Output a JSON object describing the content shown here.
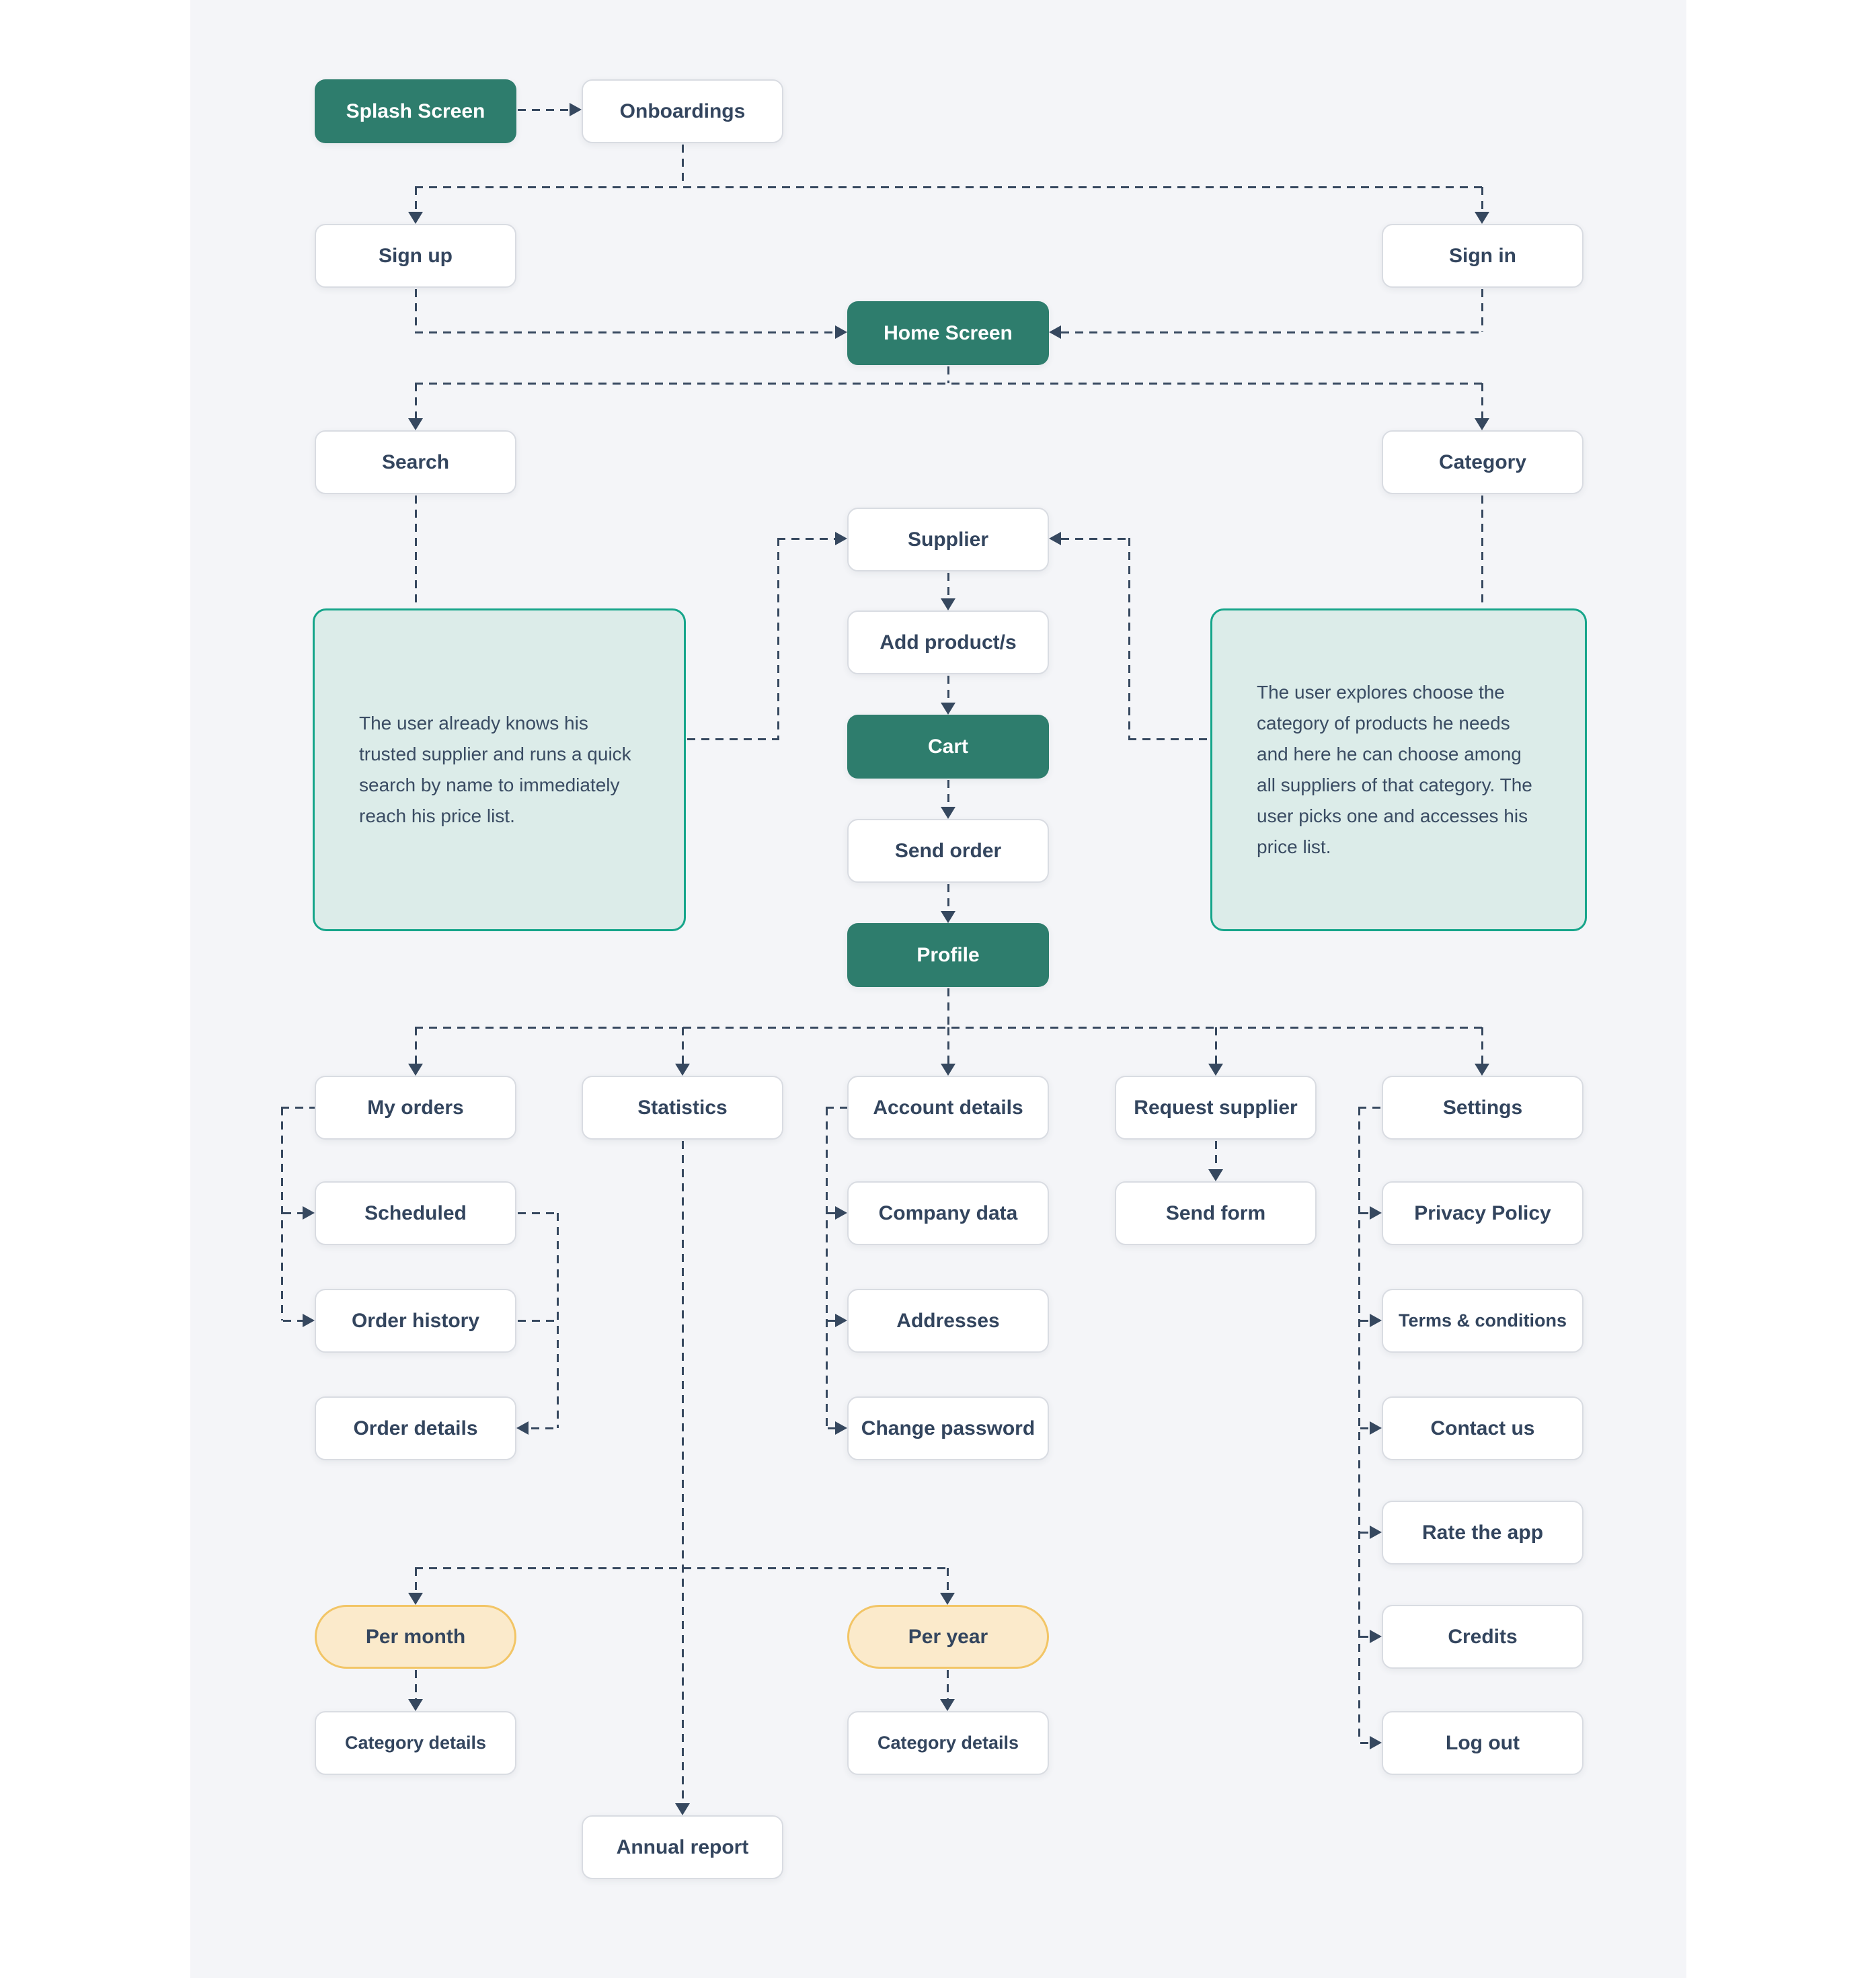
{
  "nodes": {
    "splash_screen": {
      "label": "Splash Screen"
    },
    "onboardings": {
      "label": "Onboardings"
    },
    "sign_up": {
      "label": "Sign up"
    },
    "sign_in": {
      "label": "Sign in"
    },
    "home_screen": {
      "label": "Home Screen"
    },
    "search": {
      "label": "Search"
    },
    "category": {
      "label": "Category"
    },
    "supplier": {
      "label": "Supplier"
    },
    "add_products": {
      "label": "Add product/s"
    },
    "cart": {
      "label": "Cart"
    },
    "send_order": {
      "label": "Send order"
    },
    "profile": {
      "label": "Profile"
    },
    "my_orders": {
      "label": "My orders"
    },
    "statistics": {
      "label": "Statistics"
    },
    "account_details": {
      "label": "Account details"
    },
    "request_supplier": {
      "label": "Request supplier"
    },
    "settings": {
      "label": "Settings"
    },
    "scheduled": {
      "label": "Scheduled"
    },
    "order_history": {
      "label": "Order history"
    },
    "order_details": {
      "label": "Order details"
    },
    "company_data": {
      "label": "Company data"
    },
    "addresses": {
      "label": "Addresses"
    },
    "change_password": {
      "label": "Change password"
    },
    "send_form": {
      "label": "Send form"
    },
    "privacy_policy": {
      "label": "Privacy Policy"
    },
    "terms_conditions": {
      "label": "Terms & conditions"
    },
    "contact_us": {
      "label": "Contact us"
    },
    "rate_the_app": {
      "label": "Rate the app"
    },
    "credits": {
      "label": "Credits"
    },
    "log_out": {
      "label": "Log out"
    },
    "per_month": {
      "label": "Per month"
    },
    "per_year": {
      "label": "Per year"
    },
    "category_details_month": {
      "label": "Category details"
    },
    "category_details_year": {
      "label": "Category details"
    },
    "annual_report": {
      "label": "Annual report"
    }
  },
  "notes": {
    "search_note": "The user already knows his trusted supplier and runs a quick search by name to immediately reach his price list.",
    "category_note": "The user explores choose the category of products he needs and here he can choose among all suppliers of that category. The user picks one and accesses his price list."
  },
  "colors": {
    "canvas_bg": "#f4f5f8",
    "page_bg": "#ffffff",
    "node_bg": "#ffffff",
    "node_border": "#d9dce2",
    "primary_bg": "#2e7d6d",
    "primary_text": "#ffffff",
    "text": "#33455e",
    "connector": "#36485f",
    "note_bg": "#dcece9",
    "note_border": "#16a58a",
    "pill_bg": "#fbeacb",
    "pill_border": "#f2c566"
  }
}
